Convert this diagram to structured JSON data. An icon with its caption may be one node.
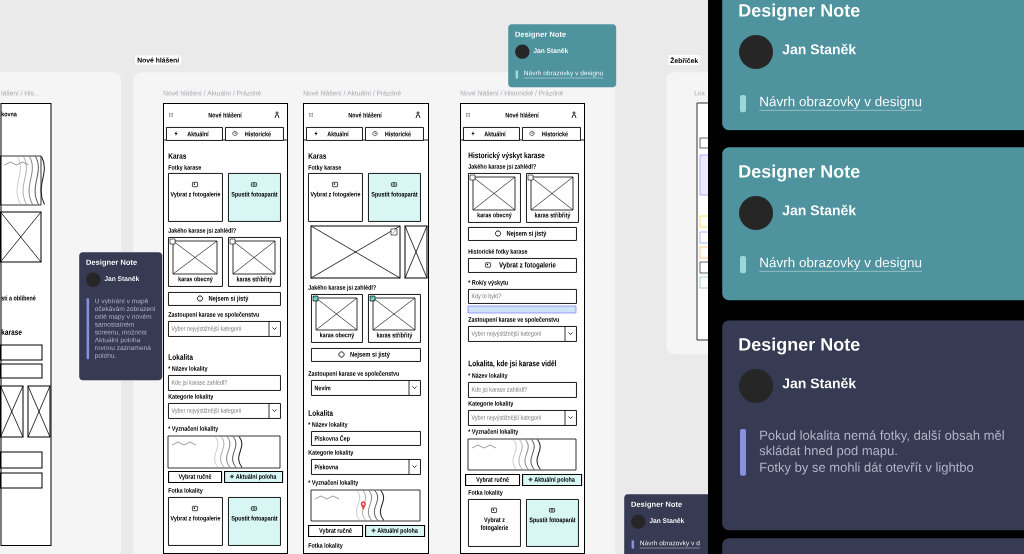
{
  "diagram": {
    "nodes": [
      {
        "text": [
          "Nové hlášení"
        ]
      },
      {
        "text": [
          "Nové hlášení / Aktuální / Prázdné",
          "Nové hlášení",
          "Karas",
          "Fotky karase",
          "Jakého karase jsi zahlédl?",
          "Zastoupení karase ve společenstvu",
          "Lokalita",
          "* Název lokality",
          "Kategorie lokality",
          "* Vyznačení lokality",
          "Fotka lokality"
        ],
        "in": 0
      },
      {
        "text": [
          "Aktuální"
        ],
        "in": 1
      },
      {
        "text": [
          "Historické"
        ],
        "in": 1
      },
      {
        "text": [
          "Vybrat z fotogalerie"
        ],
        "in": 1
      },
      {
        "text": [
          "Spustit fotoaparát"
        ],
        "in": 1
      },
      {
        "text": [
          "karas obecný"
        ],
        "in": 1
      },
      {
        "text": [
          "karas stříbřitý"
        ],
        "in": 1
      },
      {
        "text": [
          "Nejsem si jistý"
        ],
        "in": 1
      },
      {
        "text": [
          "Vyber nejvýstižnější kategorii"
        ],
        "in": 1
      },
      {
        "text": [
          "Kde jsi karase zahlédl?"
        ],
        "in": 1
      },
      {
        "text": [
          "Vyber nejvýstižnější kategorii"
        ],
        "in": 1
      },
      {
        "text": [
          "Vybrat ručně"
        ],
        "in": 1
      },
      {
        "text": [
          "Aktuální poloha"
        ],
        "in": 1
      },
      {
        "text": [
          "Vybrat z fotogalerie"
        ],
        "in": 1
      },
      {
        "text": [
          "Spustit fotoaparát"
        ],
        "in": 1
      },
      {
        "text": [
          "Nové hlášení / Aktuální / Prázdné",
          "Nové hlášení",
          "Karas",
          "Fotky karase",
          "Jakého karase jsi zahlédl?",
          "Zastoupení karase ve společenstvu",
          "Lokalita",
          "* Název lokality",
          "Kategorie lokality",
          "* Vyznačení lokality",
          "Fotka lokality"
        ],
        "in": 0
      },
      {
        "text": [
          "Aktuální"
        ],
        "in": 16
      },
      {
        "text": [
          "Historické"
        ],
        "in": 16
      },
      {
        "text": [
          "Vybrat z fotogalerie"
        ],
        "in": 16
      },
      {
        "text": [
          "Spustit fotoaparát"
        ],
        "in": 16
      },
      {
        "text": [
          "karas obecný"
        ],
        "in": 16
      },
      {
        "text": [
          "karas stříbřitý"
        ],
        "in": 16
      },
      {
        "text": [
          "Nejsem si jistý"
        ],
        "in": 16
      },
      {
        "text": [
          "Nevím"
        ],
        "in": 16
      },
      {
        "text": [
          "Pískovna Čep"
        ],
        "in": 16
      },
      {
        "text": [
          "Pískovna"
        ],
        "in": 16
      },
      {
        "text": [
          "Vybrat ručně"
        ],
        "in": 16
      },
      {
        "text": [
          "Aktuální poloha"
        ],
        "in": 16
      },
      {
        "text": [
          "Nové hlášení / Historické / Prázdné",
          "Nové hlášení",
          "Historický výskyt karase",
          "Jakého karase jsi zahlédl?",
          "Historické fotky karase",
          "* Rok/y výskytu",
          "Zastoupení karase ve společenstvu",
          "Lokalita, kde jsi karase viděl",
          "* Název lokality",
          "Kategorie lokality",
          "* Vyznačení lokality",
          "Fotka lokality"
        ],
        "in": 0
      },
      {
        "text": [
          "Aktuální"
        ],
        "in": 29
      },
      {
        "text": [
          "Historické"
        ],
        "in": 29
      },
      {
        "text": [
          "karas obecný"
        ],
        "in": 29
      },
      {
        "text": [
          "karas stříbřitý"
        ],
        "in": 29
      },
      {
        "text": [
          "Nejsem si jistý"
        ],
        "in": 29
      },
      {
        "text": [
          "Vybrat z fotogalerie"
        ],
        "in": 29
      },
      {
        "text": [
          "Kdy to bylo?"
        ],
        "in": 29
      },
      {
        "text": [
          "Vyber nejvýstižnější kategorii"
        ],
        "in": 29
      },
      {
        "text": [
          "Kde jsi karase zahlédl?"
        ],
        "in": 29
      },
      {
        "text": [
          "Vyber nejvýstižnější kategorii"
        ],
        "in": 29
      },
      {
        "text": [
          "Vybrat ručně"
        ],
        "in": 29
      },
      {
        "text": [
          "Aktuální poloha"
        ],
        "in": 29
      },
      {
        "text": [
          "Vybrat z fotogalerie"
        ],
        "in": 29
      },
      {
        "text": [
          "Spustit fotoaparát"
        ],
        "in": 29
      },
      {
        "text": [
          "lášení / His...",
          "kovna",
          "sti a oblíbené",
          "karase"
        ]
      },
      {
        "text": [
          "Designer Note",
          "Jan Staněk",
          "U vybírání v mapě očekávám zobrazení celé mapy v novém samostatném screenu, možnost Aktuální poloha rovnou zaznamená polohu."
        ]
      },
      {
        "text": [
          "Designer Note",
          "Jan Staněk",
          "Návrh obrazovky v designu"
        ]
      },
      {
        "text": [
          "Žebříček",
          "Les"
        ]
      },
      {
        "text": [
          "Designer Note",
          "Jan Staněk",
          "Návrh obrazovky v d"
        ]
      },
      {
        "text": [
          "Designer Note",
          "Jan Staněk",
          "Návrh obrazovky v designu"
        ]
      },
      {
        "text": [
          "Designer Note",
          "Jan Staněk",
          "Návrh obrazovky v designu"
        ]
      },
      {
        "text": [
          "Designer Note",
          "Jan Staněk",
          "Pokud lokalita nemá fotky, další obsah měl skládat hned pod mapu.",
          "Fotky by se mohli dát otevřít v lightbo"
        ]
      },
      {
        "text": [],
        "shape": "box"
      }
    ]
  }
}
